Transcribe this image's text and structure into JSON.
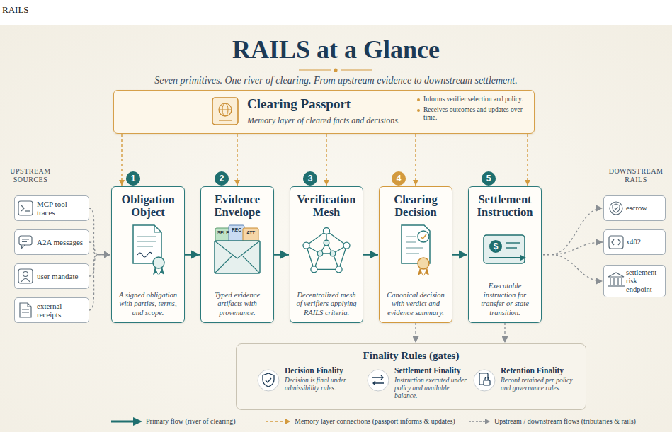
{
  "diagram": {
    "title": "RAILS at a Glance",
    "nodes": [
      {
        "text": [
          "Clearing Passport",
          "Memory layer of cleared facts and decisions.",
          "Informs verifier selection and policy.",
          "Receives outcomes and updates over time."
        ]
      },
      {
        "text": [
          "MCP tool traces"
        ]
      },
      {
        "text": [
          "A2A messages"
        ]
      },
      {
        "text": [
          "user mandate"
        ]
      },
      {
        "text": [
          "external receipts"
        ]
      },
      {
        "text": [
          "Obligation Object",
          "A signed obligation with parties, terms, and scope."
        ]
      },
      {
        "text": [
          "Evidence Envelope",
          "Typed evidence artifacts with provenance."
        ]
      },
      {
        "text": [
          "Verification Mesh",
          "Decentralized mesh of verifiers applying RAILS criteria."
        ]
      },
      {
        "text": [
          "Clearing Decision",
          "Canonical decision with verdict and evidence summary."
        ]
      },
      {
        "text": [
          "Settlement Instruction",
          "Executable instruction for transfer or state transition."
        ]
      },
      {
        "text": [
          "escrow"
        ]
      },
      {
        "text": [
          "x402"
        ]
      },
      {
        "text": [
          "settlement-risk endpoint"
        ]
      },
      {
        "text": [
          "Finality Rules (gates)"
        ]
      },
      {
        "text": [
          "Decision Finality",
          "Decision is final under admissibility rules."
        ],
        "in": 13
      },
      {
        "text": [
          "Settlement Finality",
          "Instruction executed under policy and available balance."
        ],
        "in": 13
      },
      {
        "text": [
          "Retention Finality",
          "Record retained per policy and governance rules."
        ],
        "in": 13
      }
    ],
    "edges": [
      {
        "from": 1,
        "to": 5,
        "arrow": "to"
      },
      {
        "from": 2,
        "to": 5,
        "arrow": "to"
      },
      {
        "from": 3,
        "to": 5,
        "arrow": "to"
      },
      {
        "from": 4,
        "to": 5,
        "arrow": "to"
      },
      {
        "from": 5,
        "to": 6,
        "arrow": "to"
      },
      {
        "from": 6,
        "to": 7,
        "arrow": "to"
      },
      {
        "from": 7,
        "to": 8,
        "arrow": "to"
      },
      {
        "from": 8,
        "to": 9,
        "arrow": "to"
      },
      {
        "from": 0,
        "to": 5,
        "arrow": "to"
      },
      {
        "from": 0,
        "to": 6,
        "arrow": "to"
      },
      {
        "from": 0,
        "to": 7,
        "arrow": "to"
      },
      {
        "from": 0,
        "to": 8,
        "arrow": "to"
      },
      {
        "from": 0,
        "to": 9,
        "arrow": "to"
      },
      {
        "from": 8,
        "to": 13,
        "arrow": "to"
      },
      {
        "from": 9,
        "to": 13,
        "arrow": "to"
      },
      {
        "from": 9,
        "to": 10,
        "arrow": "to"
      },
      {
        "from": 9,
        "to": 11,
        "arrow": "to"
      },
      {
        "from": 9,
        "to": 12,
        "arrow": "to"
      }
    ],
    "labels": [
      "RAILS",
      "Seven primitives. One river of clearing. From upstream evidence to downstream settlement.",
      "UPSTREAM SOURCES",
      "DOWNSTREAM RAILS",
      "1",
      "2",
      "3",
      "4",
      "5",
      "SELF",
      "REC",
      "ATT",
      "$"
    ],
    "legend": [
      {
        "text": "Primary flow (river of clearing)"
      },
      {
        "text": "Memory layer connections (passport informs & updates)"
      },
      {
        "text": "Upstream / downstream flows (tributaries & rails)"
      }
    ]
  }
}
